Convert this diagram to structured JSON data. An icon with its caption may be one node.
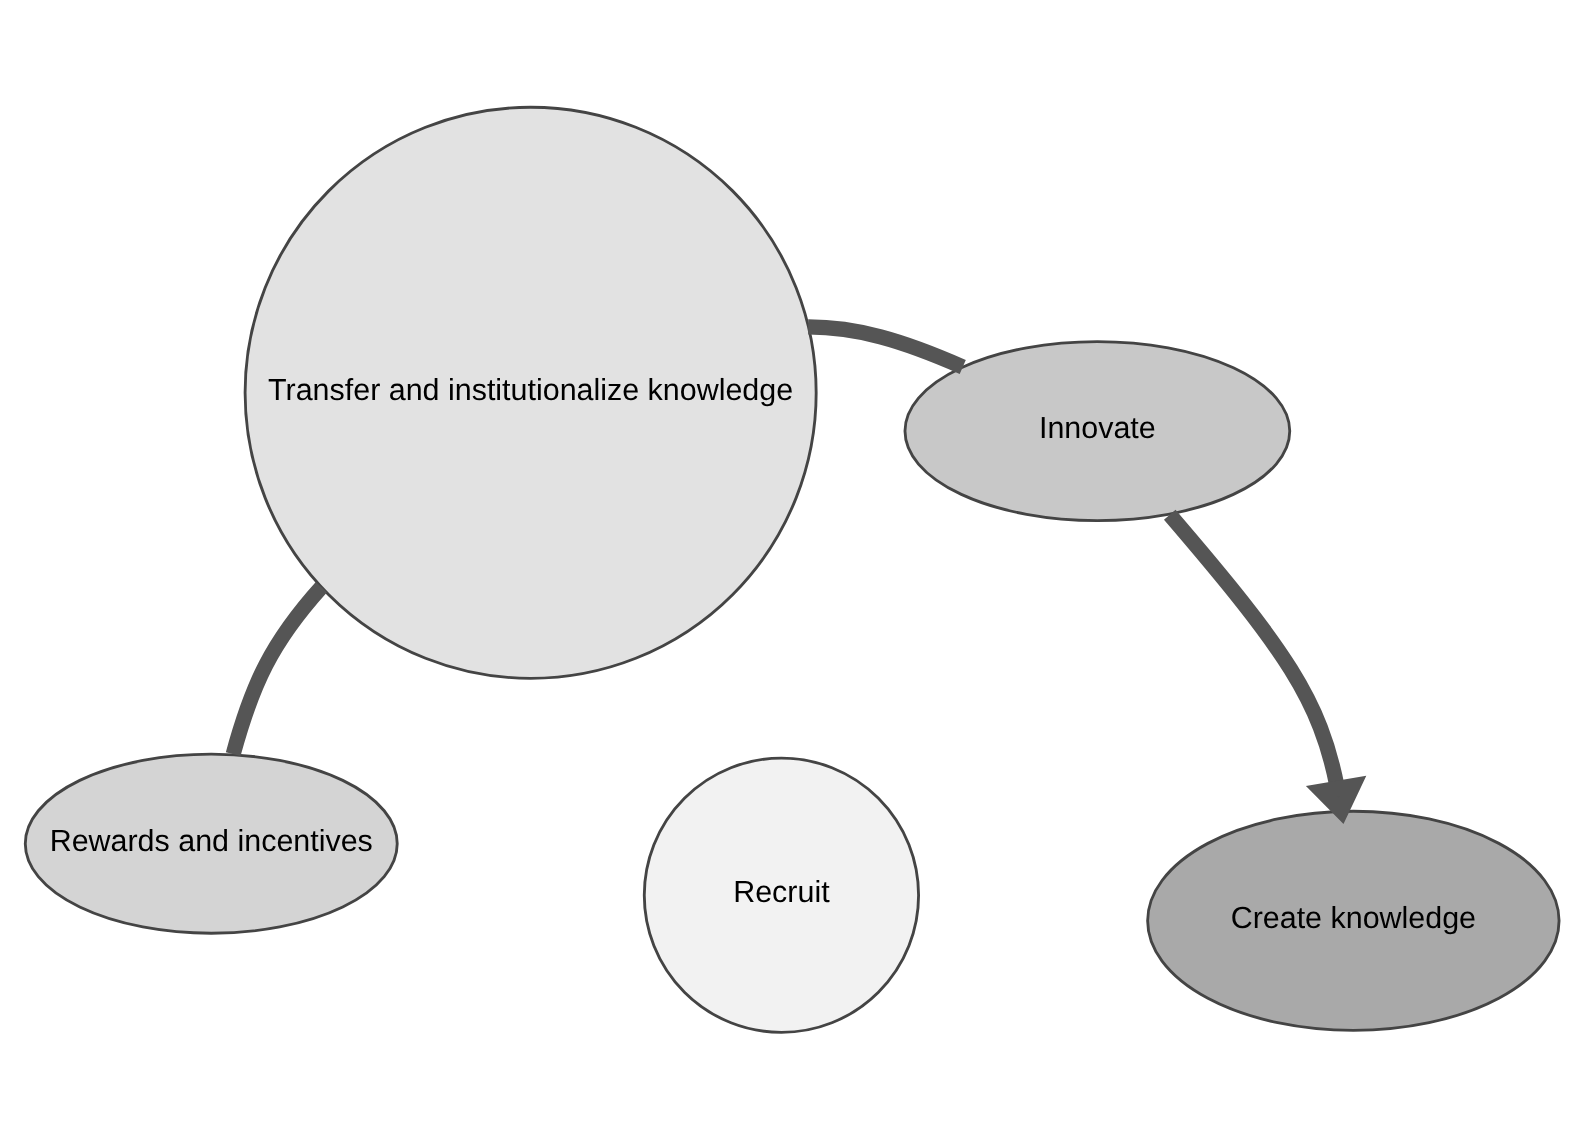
{
  "diagram": {
    "nodes": [
      {
        "text": [
          "Rewards and incentives"
        ]
      },
      {
        "text": [
          "Create knowledge"
        ]
      },
      {
        "text": [
          "Recruit"
        ]
      },
      {
        "text": [
          "Transfer and institutionalize knowledge"
        ]
      },
      {
        "text": [
          "Innovate"
        ]
      }
    ],
    "edges": [
      {
        "from": 0,
        "to": 3,
        "arrow": "none"
      },
      {
        "from": 3,
        "to": 4,
        "arrow": "none"
      },
      {
        "from": 4,
        "to": 1,
        "arrow": "to"
      }
    ]
  }
}
